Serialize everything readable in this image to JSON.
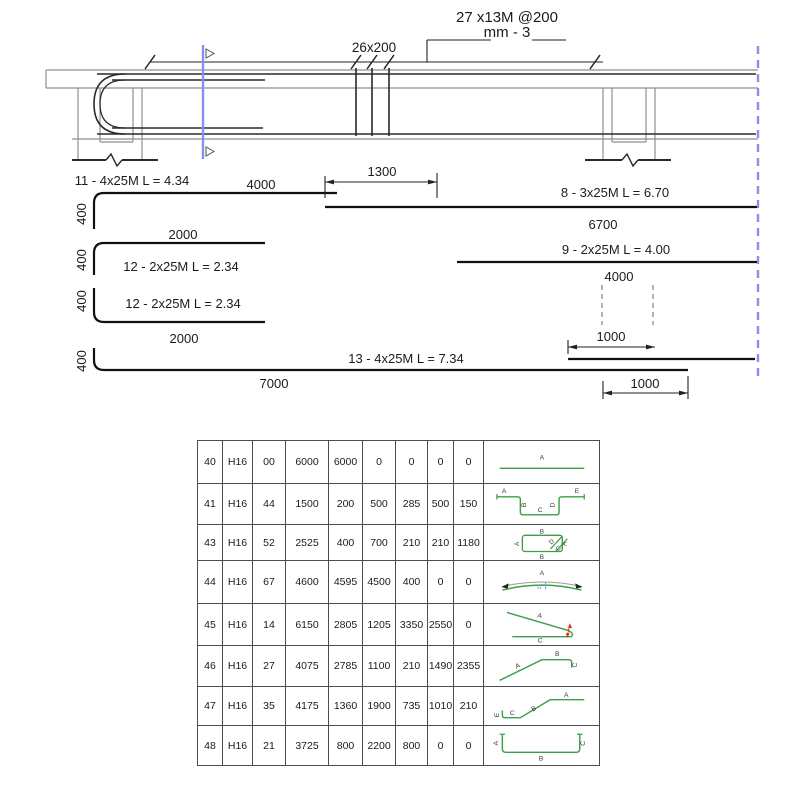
{
  "colors": {
    "accent_blue": "#8a8fee",
    "shape_green": "#3f9f46",
    "angle_red": "#d93025",
    "alpha_blue": "#5aa7e0",
    "line_dark": "#1b1b1b",
    "line_light": "#8f8f8f"
  },
  "drawing": {
    "callouts": {
      "stirrups_main_line1": "27 x13M  @200",
      "stirrups_main_line2": "mm - 3",
      "stirrups_mid": "26x200"
    },
    "bar_labels": {
      "bar11": "11 - 4x25M L = 4.34",
      "bar8": "8 - 3x25M L = 6.70",
      "bar9": "9 - 2x25M L = 4.00",
      "bar12a": "12 - 2x25M L = 2.34",
      "bar12b": "12 - 2x25M L = 2.34",
      "bar13": "13 - 4x25M L = 7.34"
    },
    "dim_labels": {
      "d4000_top": "4000",
      "d1300": "1300",
      "d6700": "6700",
      "d4000_right": "4000",
      "d2000_a": "2000",
      "d2000_b": "2000",
      "d7000": "7000",
      "d1000_a": "1000",
      "d1000_b": "1000",
      "hook": "400"
    }
  },
  "table": {
    "rows": [
      {
        "cells": [
          "40",
          "H16",
          "00",
          "6000",
          "6000",
          "0",
          "0",
          "0",
          "0"
        ],
        "diagram": {
          "shape": "straight",
          "labels": [
            "A"
          ]
        }
      },
      {
        "cells": [
          "41",
          "H16",
          "44",
          "1500",
          "200",
          "500",
          "285",
          "500",
          "150"
        ],
        "diagram": {
          "shape": "trough",
          "labels": [
            "A",
            "E",
            "B",
            "C",
            "D"
          ]
        }
      },
      {
        "cells": [
          "43",
          "H16",
          "52",
          "2525",
          "400",
          "700",
          "210",
          "210",
          "1180"
        ],
        "diagram": {
          "shape": "closed-link",
          "labels": [
            "B",
            "B",
            "A",
            "A",
            "D",
            "C"
          ]
        }
      },
      {
        "cells": [
          "44",
          "H16",
          "67",
          "4600",
          "4595",
          "4500",
          "400",
          "0",
          "0"
        ],
        "diagram": {
          "shape": "arc",
          "labels": [
            "A",
            "α"
          ]
        }
      },
      {
        "cells": [
          "45",
          "H16",
          "14",
          "6150",
          "2805",
          "1205",
          "3350",
          "2550",
          "0"
        ],
        "diagram": {
          "shape": "hairpin",
          "labels": [
            "A",
            "C"
          ]
        }
      },
      {
        "cells": [
          "46",
          "H16",
          "27",
          "4075",
          "2785",
          "1100",
          "210",
          "1490",
          "2355"
        ],
        "diagram": {
          "shape": "crank-hook",
          "labels": [
            "A",
            "B",
            "C"
          ]
        }
      },
      {
        "cells": [
          "47",
          "H16",
          "35",
          "4175",
          "1360",
          "1900",
          "735",
          "1010",
          "210"
        ],
        "diagram": {
          "shape": "hook-crank",
          "labels": [
            "E",
            "C",
            "B",
            "A"
          ]
        }
      },
      {
        "cells": [
          "48",
          "H16",
          "21",
          "3725",
          "800",
          "2200",
          "800",
          "0",
          "0"
        ],
        "diagram": {
          "shape": "u-bar",
          "labels": [
            "A",
            "B",
            "C"
          ]
        }
      }
    ]
  }
}
